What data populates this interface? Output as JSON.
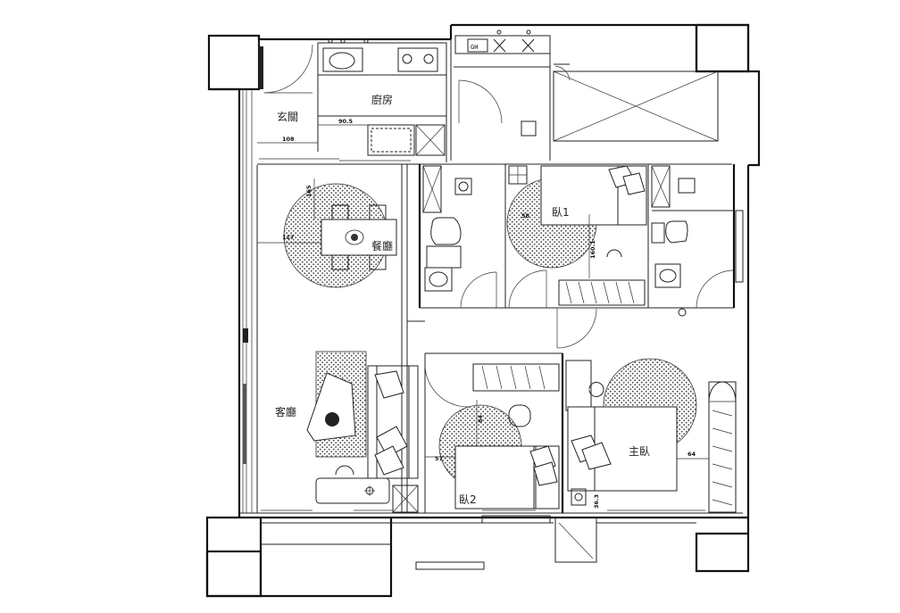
{
  "rooms": {
    "entrance": "玄關",
    "kitchen": "廚房",
    "dining": "餐廳",
    "living": "客廳",
    "bedroom1": "臥1",
    "bedroom2": "臥2",
    "master": "主臥"
  },
  "dimensions": {
    "entry_width": "90.5",
    "entry_depth": "108",
    "dining_depth": "117",
    "dining_rug": "165",
    "bedroom1_depth": "160.1",
    "bedroom1_side": "58",
    "bedroom2_side": "57",
    "bedroom2_depth": "84",
    "master_side": "64",
    "master_bottom": "36.3"
  },
  "labels": {
    "gh": "GH"
  }
}
